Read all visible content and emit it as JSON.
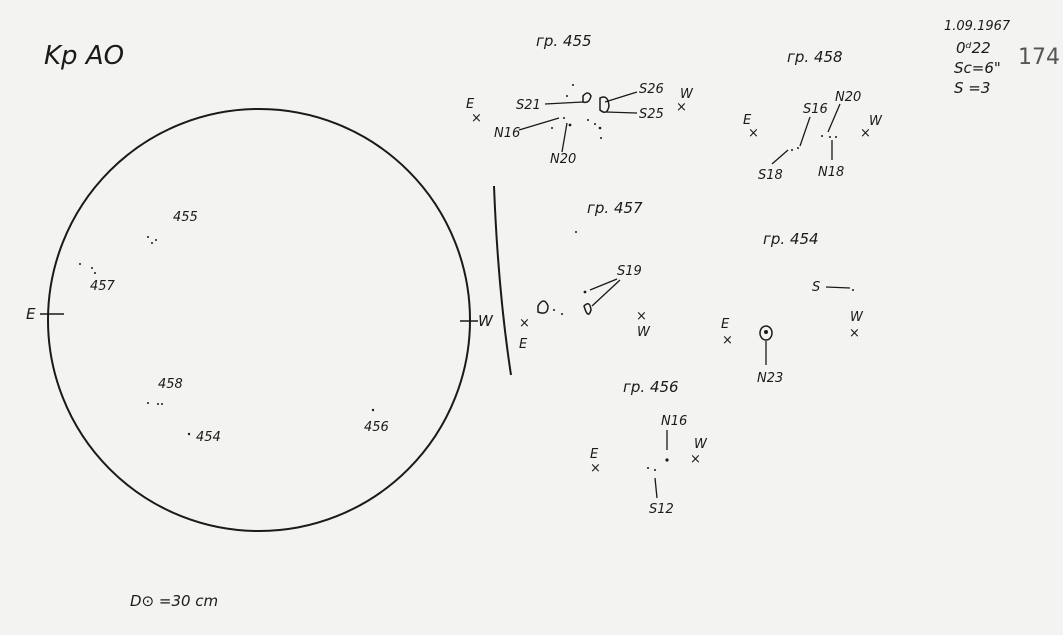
{
  "header": {
    "station": "Kp AO",
    "date": "1.09.1967",
    "time": "0ᵈ22",
    "scale": "Sc=6\"",
    "seeing": "S =3",
    "sheet_number": "174"
  },
  "disk": {
    "east_label": "E",
    "west_label": "W",
    "diameter_label": "D⊙ =30 cm",
    "groups": [
      "455",
      "457",
      "458",
      "454",
      "456"
    ]
  },
  "details": {
    "g455": {
      "title": "гр. 455",
      "E": "E",
      "W": "W",
      "labels": [
        "S21",
        "S26",
        "S25",
        "N16",
        "N20"
      ]
    },
    "g458": {
      "title": "гр. 458",
      "E": "E",
      "W": "W",
      "labels": [
        "S16",
        "N20",
        "S18",
        "N18"
      ]
    },
    "g457": {
      "title": "гр. 457",
      "E": "E",
      "W": "W",
      "labels": [
        "S19"
      ]
    },
    "g454": {
      "title": "гр. 454",
      "E": "E",
      "W": "W",
      "labels": [
        "S",
        "N23"
      ]
    },
    "g456": {
      "title": "гр. 456",
      "E": "E",
      "W": "W",
      "labels": [
        "N16",
        "S12"
      ]
    }
  }
}
